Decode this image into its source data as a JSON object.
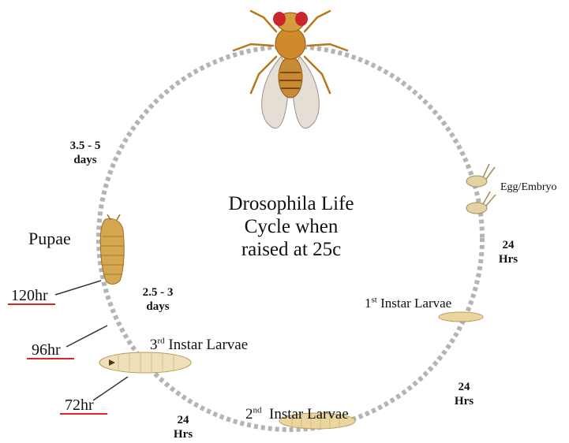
{
  "title_lines": [
    "Drosophila Life",
    "Cycle when",
    "raised at 25c"
  ],
  "stages": {
    "egg": "Egg/Embryo",
    "first_instar": {
      "num": "1",
      "sup": "st",
      "text": " Instar Larvae"
    },
    "second_instar": {
      "num": "2",
      "sup": "nd",
      "text": "  Instar Larvae"
    },
    "third_instar": {
      "num": "3",
      "sup": "rd",
      "text": " Instar Larvae"
    },
    "pupae": "Pupae"
  },
  "durations": {
    "egg_to_first": [
      "24",
      "Hrs"
    ],
    "first_to_second": [
      "24",
      "Hrs"
    ],
    "second_to_third": [
      "24",
      "Hrs"
    ],
    "third_to_pupae": [
      "2.5 - 3",
      "days"
    ],
    "pupae_to_adult": [
      "3.5 - 5",
      "days"
    ]
  },
  "time_markers": {
    "pupae": "120hr",
    "third_instar_end": "96hr",
    "third_instar_start": "72hr"
  },
  "colors": {
    "circle_dots": "#b4b4b4",
    "underline": "#e02424",
    "larva": "#ecd6a0",
    "pupa": "#d5a750",
    "fly_body": "#d08a2c",
    "fly_eye": "#c8282c"
  }
}
